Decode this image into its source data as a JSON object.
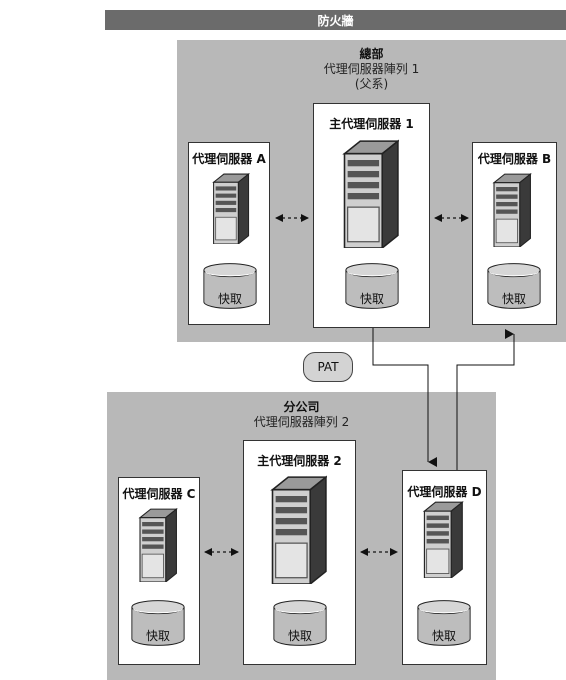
{
  "firewall": {
    "label": "防火牆"
  },
  "hq": {
    "title": "總部",
    "array": "代理伺服器陣列 1",
    "role": "(父系)",
    "master": {
      "label": "主代理伺服器 1",
      "cache": "快取"
    },
    "proxy_a": {
      "label": "代理伺服器 A",
      "cache": "快取"
    },
    "proxy_b": {
      "label": "代理伺服器 B",
      "cache": "快取"
    }
  },
  "pat": {
    "label": "PAT"
  },
  "branch": {
    "title": "分公司",
    "array": "代理伺服器陣列 2",
    "master": {
      "label": "主代理伺服器 2",
      "cache": "快取"
    },
    "proxy_c": {
      "label": "代理伺服器 C",
      "cache": "快取"
    },
    "proxy_d": {
      "label": "代理伺服器 D",
      "cache": "快取"
    }
  }
}
